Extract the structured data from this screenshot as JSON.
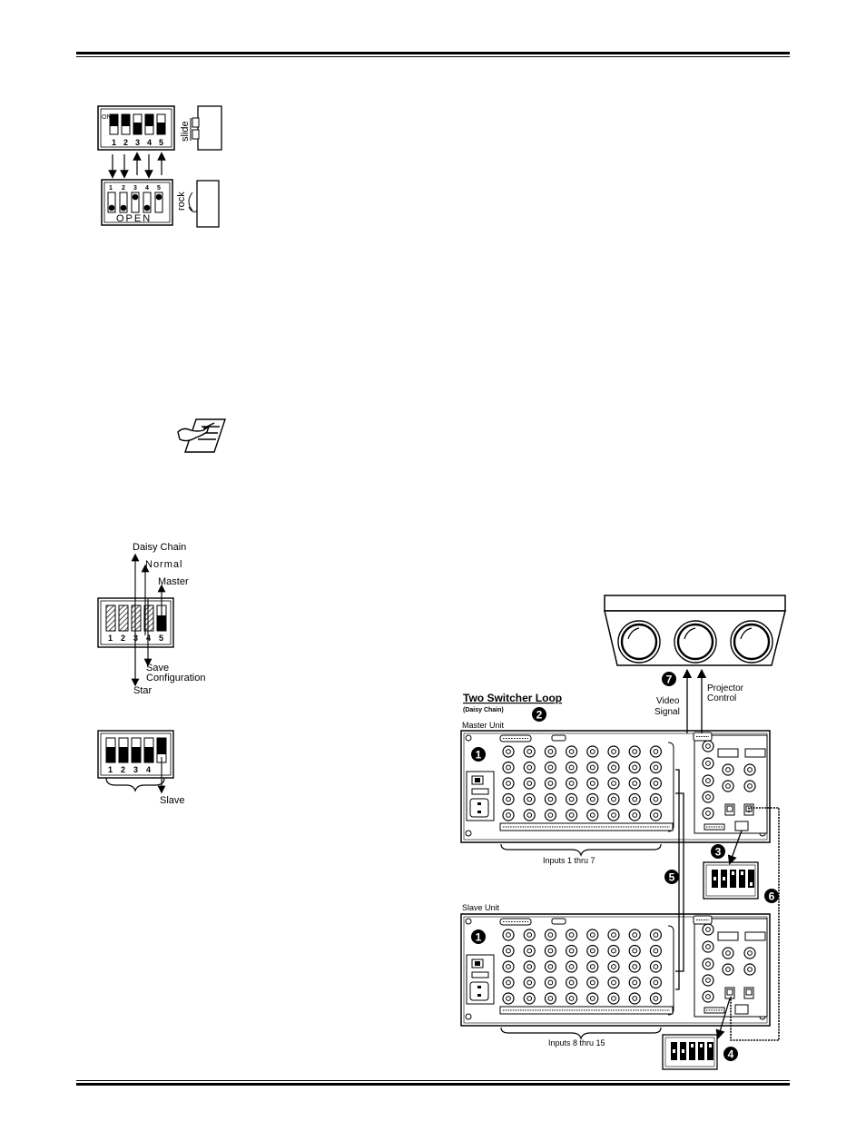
{
  "dip_top": {
    "on_label": "ON",
    "numbers": [
      "1",
      "2",
      "3",
      "4",
      "5"
    ],
    "slide_label": "slide",
    "rock_label": "rock",
    "open_label": "OPEN"
  },
  "dip_master": {
    "numbers": [
      "1",
      "2",
      "3",
      "4",
      "5"
    ],
    "labels": {
      "daisy_chain": "Daisy  Chain",
      "normal": "Normal",
      "master": "Master",
      "save": "Save",
      "configuration": "Configuration",
      "star": "Star"
    }
  },
  "dip_slave": {
    "numbers": [
      "1",
      "2",
      "3",
      "4"
    ],
    "slave_label": "Slave"
  },
  "loop": {
    "title": "Two Switcher Loop",
    "subtitle": "(Daisy Chain)",
    "master_unit": "Master Unit",
    "slave_unit": "Slave Unit",
    "video_signal": [
      "Video",
      "Signal"
    ],
    "projector_control": [
      "Projector",
      "Control"
    ],
    "inputs_master": "Inputs 1 thru 7",
    "inputs_slave": "Inputs 8 thru 15",
    "callouts": [
      "1",
      "2",
      "3",
      "4",
      "5",
      "6",
      "7"
    ]
  }
}
